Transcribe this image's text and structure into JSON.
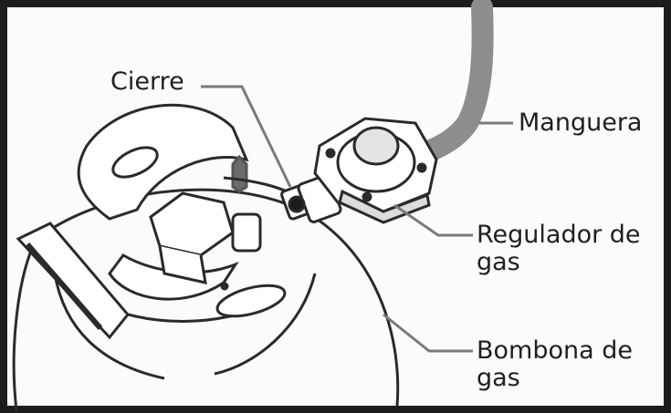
{
  "labels": {
    "cierre": "Cierre",
    "manguera": "Manguera",
    "regulador_line1": "Regulador de",
    "regulador_line2": "gas",
    "bombona_line1": "Bombona de",
    "bombona_line2": "gas"
  },
  "colors": {
    "frame": "#1c1c1c",
    "ink": "#2a2a2a",
    "hose": "#8d8d8d",
    "leader": "#7a7a7a"
  }
}
